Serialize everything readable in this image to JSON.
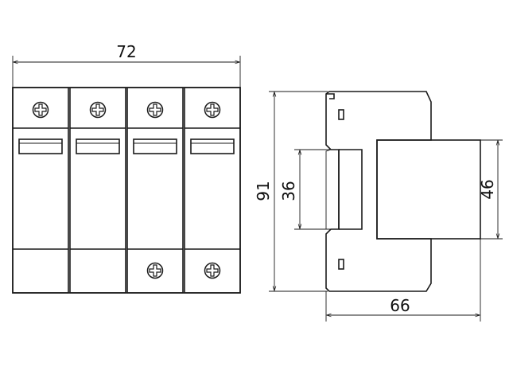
{
  "front_view": {
    "width_label": "72",
    "poles": [
      {
        "top_screw": true,
        "bottom_screw": false
      },
      {
        "top_screw": true,
        "bottom_screw": false
      },
      {
        "top_screw": true,
        "bottom_screw": true
      },
      {
        "top_screw": true,
        "bottom_screw": true
      }
    ]
  },
  "side_view": {
    "height_label": "91",
    "rail_label": "36",
    "body_label": "46",
    "depth_label": "66"
  },
  "colors": {
    "line": "#1a1a1a",
    "background": "#ffffff"
  }
}
